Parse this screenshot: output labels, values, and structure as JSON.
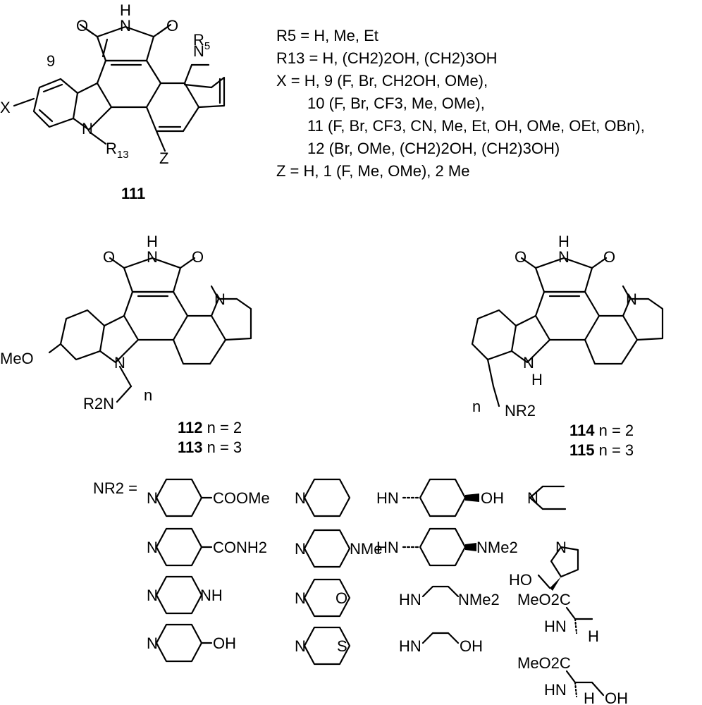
{
  "compound_111": {
    "label": "111",
    "position_9": "9",
    "x_group": "X",
    "r5": "R",
    "r5_sub": "5",
    "r13": "R",
    "r13_sub": "13",
    "z_group": "Z",
    "imide_h": "H",
    "n": "N",
    "o": "O"
  },
  "substituents": {
    "lines": [
      "R5 = H, Me, Et",
      "R13 = H, (CH2)2OH,  (CH2)3OH",
      "X = H, 9 (F, Br, CH2OH, OMe),",
      "10 (F, Br, CF3, Me, OMe),",
      "11 (F, Br, CF3, CN, Me, Et, OH, OMe, OEt, OBn),",
      "12 (Br, OMe, (CH2)2OH, (CH2)3OH)",
      "Z = H, 1 (F, Me, OMe), 2 Me"
    ]
  },
  "compound_112_113": {
    "label_a": "112",
    "text_a": " n = 2",
    "label_b": "113",
    "text_b": " n = 3",
    "meo": "MeO",
    "r2n": "R2N",
    "n_letter": "n"
  },
  "compound_114_115": {
    "label_a": "114",
    "text_a": " n = 2",
    "label_b": "115",
    "text_b": " n = 3",
    "nr2": "NR2",
    "n_letter": "n",
    "nh": "H"
  },
  "nr2_options": {
    "heading": "NR2 =",
    "items": [
      "COOMe",
      "CONH2",
      "NH",
      "OH",
      "NMe",
      "O",
      "S",
      "OH",
      "NMe2",
      "NMe2",
      "OH",
      "HO",
      "MeO2C",
      "HN",
      "H",
      "MeO2C",
      "HN",
      "H",
      "OH"
    ]
  }
}
